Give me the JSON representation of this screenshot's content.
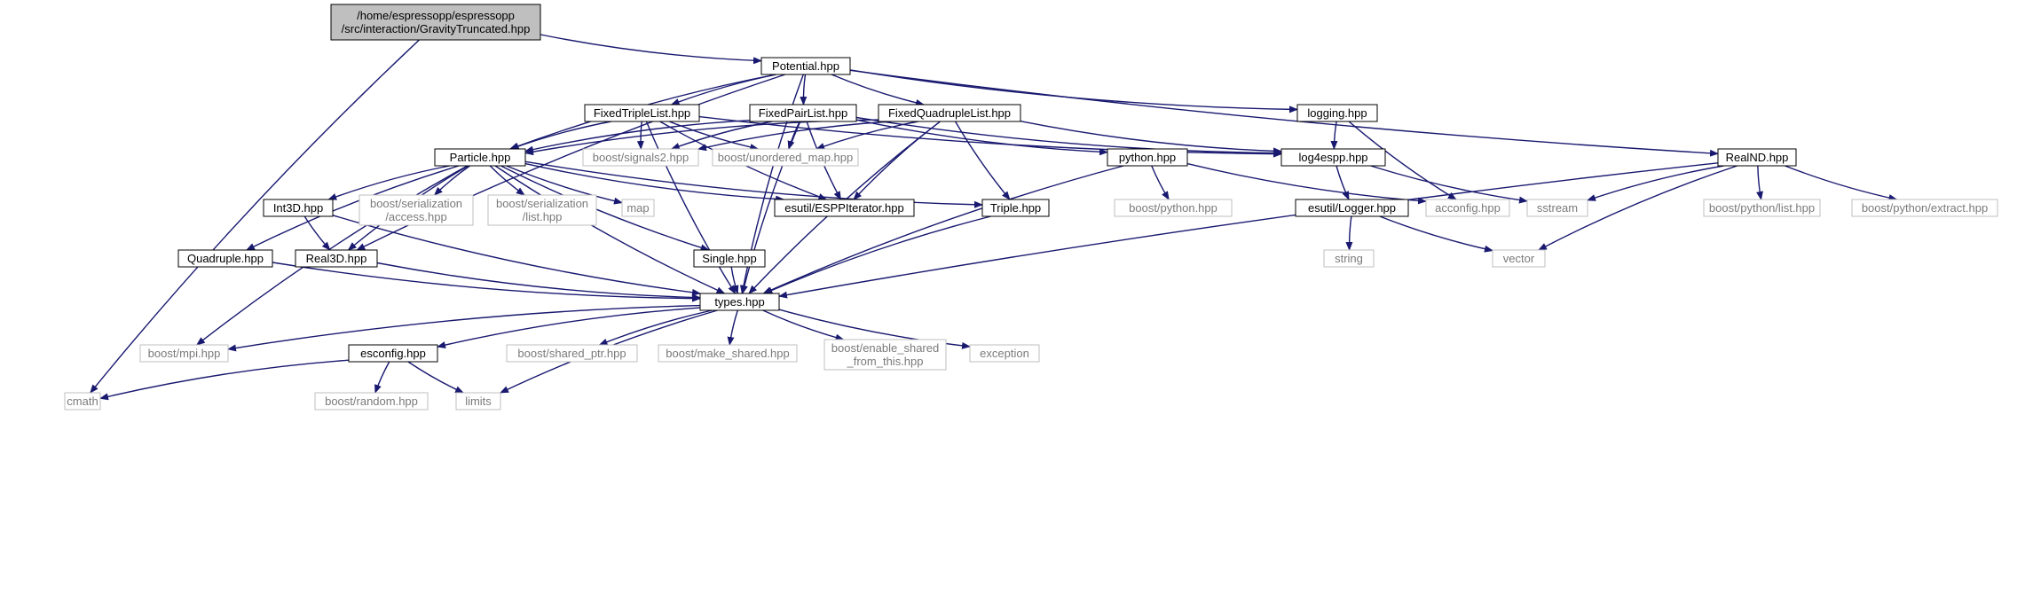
{
  "colors": {
    "edge": "#191970",
    "node_border": "#000000",
    "external_border": "#bfbfbf",
    "root_fill": "#bfbfbf",
    "node_fill": "#ffffff",
    "external_text": "#7a7a7a"
  },
  "nodes": {
    "root": {
      "lines": [
        "/home/espressopp/espressopp",
        "/src/interaction/GravityTruncated.hpp"
      ],
      "kind": "root"
    },
    "potential": {
      "lines": [
        "Potential.hpp"
      ],
      "kind": "local"
    },
    "cmath": {
      "lines": [
        "cmath"
      ],
      "kind": "external"
    },
    "fixedtriplelist": {
      "lines": [
        "FixedTripleList.hpp"
      ],
      "kind": "local"
    },
    "fixedpairlist": {
      "lines": [
        "FixedPairList.hpp"
      ],
      "kind": "local"
    },
    "fixedquadruplelist": {
      "lines": [
        "FixedQuadrupleList.hpp"
      ],
      "kind": "local"
    },
    "logging": {
      "lines": [
        "logging.hpp"
      ],
      "kind": "local"
    },
    "realnd": {
      "lines": [
        "RealND.hpp"
      ],
      "kind": "local"
    },
    "particle": {
      "lines": [
        "Particle.hpp"
      ],
      "kind": "local"
    },
    "signals2": {
      "lines": [
        "boost/signals2.hpp"
      ],
      "kind": "external"
    },
    "unordered_map": {
      "lines": [
        "boost/unordered_map.hpp"
      ],
      "kind": "external"
    },
    "python": {
      "lines": [
        "python.hpp"
      ],
      "kind": "local"
    },
    "log4espp": {
      "lines": [
        "log4espp.hpp"
      ],
      "kind": "local"
    },
    "int3d": {
      "lines": [
        "Int3D.hpp"
      ],
      "kind": "local"
    },
    "ser_access": {
      "lines": [
        "boost/serialization",
        "/access.hpp"
      ],
      "kind": "external"
    },
    "ser_list": {
      "lines": [
        "boost/serialization",
        "/list.hpp"
      ],
      "kind": "external"
    },
    "map": {
      "lines": [
        "map"
      ],
      "kind": "external"
    },
    "esppiterator": {
      "lines": [
        "esutil/ESPPIterator.hpp"
      ],
      "kind": "local"
    },
    "triple": {
      "lines": [
        "Triple.hpp"
      ],
      "kind": "local"
    },
    "boost_python": {
      "lines": [
        "boost/python.hpp"
      ],
      "kind": "external"
    },
    "logger": {
      "lines": [
        "esutil/Logger.hpp"
      ],
      "kind": "local"
    },
    "acconfig": {
      "lines": [
        "acconfig.hpp"
      ],
      "kind": "external"
    },
    "sstream": {
      "lines": [
        "sstream"
      ],
      "kind": "external"
    },
    "bp_list": {
      "lines": [
        "boost/python/list.hpp"
      ],
      "kind": "external"
    },
    "bp_extract": {
      "lines": [
        "boost/python/extract.hpp"
      ],
      "kind": "external"
    },
    "quadruple": {
      "lines": [
        "Quadruple.hpp"
      ],
      "kind": "local"
    },
    "real3d": {
      "lines": [
        "Real3D.hpp"
      ],
      "kind": "local"
    },
    "single": {
      "lines": [
        "Single.hpp"
      ],
      "kind": "local"
    },
    "string": {
      "lines": [
        "string"
      ],
      "kind": "external"
    },
    "vector": {
      "lines": [
        "vector"
      ],
      "kind": "external"
    },
    "types": {
      "lines": [
        "types.hpp"
      ],
      "kind": "local"
    },
    "mpi": {
      "lines": [
        "boost/mpi.hpp"
      ],
      "kind": "external"
    },
    "esconfig": {
      "lines": [
        "esconfig.hpp"
      ],
      "kind": "local"
    },
    "shared_ptr": {
      "lines": [
        "boost/shared_ptr.hpp"
      ],
      "kind": "external"
    },
    "make_shared": {
      "lines": [
        "boost/make_shared.hpp"
      ],
      "kind": "external"
    },
    "enable_shared": {
      "lines": [
        "boost/enable_shared",
        "_from_this.hpp"
      ],
      "kind": "external"
    },
    "exception": {
      "lines": [
        "exception"
      ],
      "kind": "external"
    },
    "random": {
      "lines": [
        "boost/random.hpp"
      ],
      "kind": "external"
    },
    "limits": {
      "lines": [
        "limits"
      ],
      "kind": "external"
    }
  },
  "edges": [
    [
      "root",
      "potential"
    ],
    [
      "root",
      "cmath"
    ],
    [
      "potential",
      "fixedtriplelist"
    ],
    [
      "potential",
      "fixedpairlist"
    ],
    [
      "potential",
      "fixedquadruplelist"
    ],
    [
      "potential",
      "logging"
    ],
    [
      "potential",
      "realnd"
    ],
    [
      "potential",
      "particle"
    ],
    [
      "potential",
      "real3d"
    ],
    [
      "potential",
      "types"
    ],
    [
      "fixedtriplelist",
      "particle"
    ],
    [
      "fixedtriplelist",
      "signals2"
    ],
    [
      "fixedtriplelist",
      "unordered_map"
    ],
    [
      "fixedtriplelist",
      "log4espp"
    ],
    [
      "fixedtriplelist",
      "esppiterator"
    ],
    [
      "fixedtriplelist",
      "types"
    ],
    [
      "fixedpairlist",
      "particle"
    ],
    [
      "fixedpairlist",
      "signals2"
    ],
    [
      "fixedpairlist",
      "unordered_map"
    ],
    [
      "fixedpairlist",
      "python"
    ],
    [
      "fixedpairlist",
      "log4espp"
    ],
    [
      "fixedpairlist",
      "esppiterator"
    ],
    [
      "fixedpairlist",
      "types"
    ],
    [
      "fixedquadruplelist",
      "particle"
    ],
    [
      "fixedquadruplelist",
      "signals2"
    ],
    [
      "fixedquadruplelist",
      "unordered_map"
    ],
    [
      "fixedquadruplelist",
      "log4espp"
    ],
    [
      "fixedquadruplelist",
      "esppiterator"
    ],
    [
      "fixedquadruplelist",
      "triple"
    ],
    [
      "fixedquadruplelist",
      "types"
    ],
    [
      "logging",
      "log4espp"
    ],
    [
      "logging",
      "acconfig"
    ],
    [
      "realnd",
      "sstream"
    ],
    [
      "realnd",
      "bp_list"
    ],
    [
      "realnd",
      "bp_extract"
    ],
    [
      "realnd",
      "vector"
    ],
    [
      "realnd",
      "types"
    ],
    [
      "particle",
      "int3d"
    ],
    [
      "particle",
      "ser_access"
    ],
    [
      "particle",
      "ser_list"
    ],
    [
      "particle",
      "map"
    ],
    [
      "particle",
      "esppiterator"
    ],
    [
      "particle",
      "triple"
    ],
    [
      "particle",
      "quadruple"
    ],
    [
      "particle",
      "real3d"
    ],
    [
      "particle",
      "single"
    ],
    [
      "particle",
      "types"
    ],
    [
      "particle",
      "mpi"
    ],
    [
      "python",
      "boost_python"
    ],
    [
      "python",
      "acconfig"
    ],
    [
      "python",
      "types"
    ],
    [
      "log4espp",
      "logger"
    ],
    [
      "log4espp",
      "sstream"
    ],
    [
      "logger",
      "string"
    ],
    [
      "logger",
      "vector"
    ],
    [
      "int3d",
      "real3d"
    ],
    [
      "int3d",
      "types"
    ],
    [
      "triple",
      "types"
    ],
    [
      "quadruple",
      "types"
    ],
    [
      "real3d",
      "types"
    ],
    [
      "single",
      "types"
    ],
    [
      "types",
      "mpi"
    ],
    [
      "types",
      "esconfig"
    ],
    [
      "types",
      "shared_ptr"
    ],
    [
      "types",
      "make_shared"
    ],
    [
      "types",
      "enable_shared"
    ],
    [
      "types",
      "exception"
    ],
    [
      "types",
      "limits"
    ],
    [
      "esconfig",
      "cmath"
    ],
    [
      "esconfig",
      "random"
    ],
    [
      "esconfig",
      "limits"
    ]
  ]
}
